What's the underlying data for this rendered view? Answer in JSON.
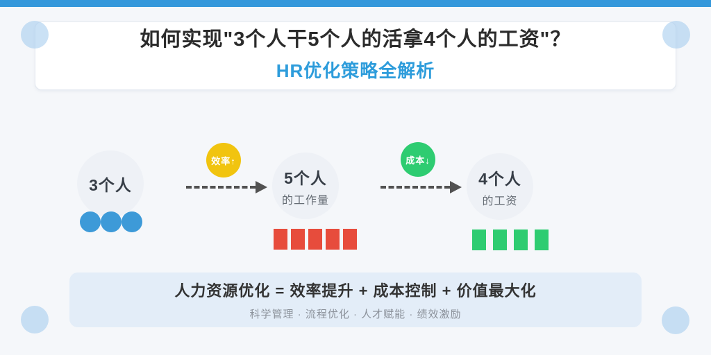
{
  "header": {
    "title": "如何实现\"3个人干5个人的活拿4个人的工资\"？",
    "subtitle": "HR优化策略全解析"
  },
  "diagram": {
    "nodes": [
      {
        "label": "3个人",
        "sublabel": "",
        "units": 3,
        "unit_color": "#3d9ad8",
        "unit_shape": "circle"
      },
      {
        "label": "5个人",
        "sublabel": "的工作量",
        "units": 5,
        "unit_color": "#e74c3c",
        "unit_shape": "square"
      },
      {
        "label": "4个人",
        "sublabel": "的工资",
        "units": 4,
        "unit_color": "#2ecc71",
        "unit_shape": "square"
      }
    ],
    "arrows": [
      {
        "badge": "效率↑",
        "badge_color": "#f1c40f"
      },
      {
        "badge": "成本↓",
        "badge_color": "#2ecc71"
      }
    ]
  },
  "footer": {
    "formula": "人力资源优化 = 效率提升 + 成本控制 + 价值最大化",
    "tags": "科学管理 · 流程优化 · 人才赋能 · 绩效激励"
  },
  "colors": {
    "top_bar": "#3498db",
    "accent_blue": "#2d9cdb",
    "background": "#f5f7fa",
    "footer_bar": "#e3edf8",
    "node_circle": "#eef1f6",
    "arrow": "#525252"
  }
}
